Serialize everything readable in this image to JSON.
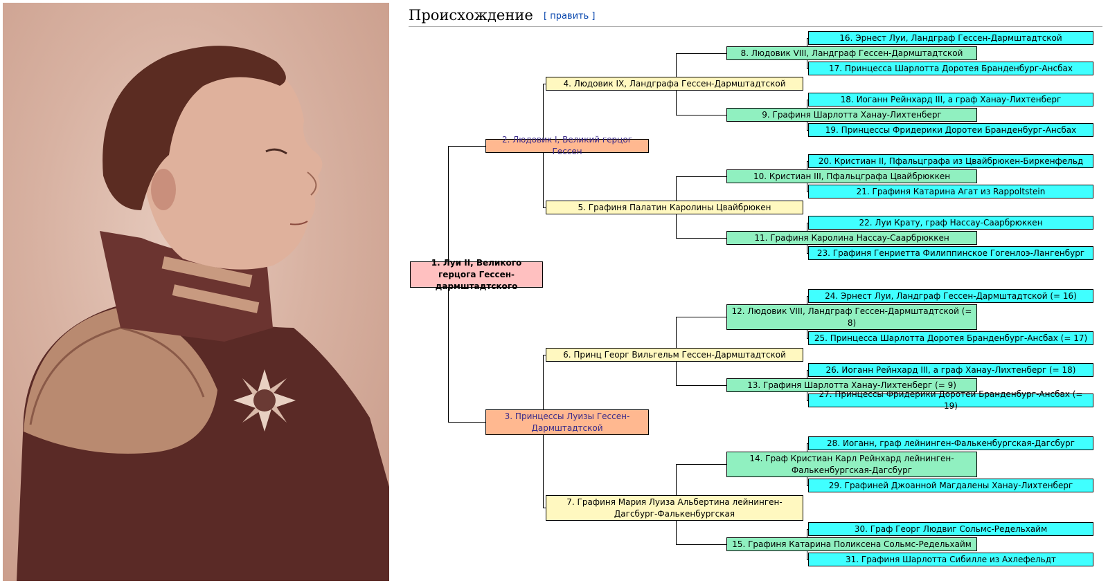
{
  "section": {
    "title": "Происхождение",
    "edit_label": "[ править ]"
  },
  "portrait": {
    "description_icon": "portrait-image"
  },
  "ancestors": {
    "n1": "1. Луи II, Великого герцога Гессен-дармштадтского",
    "n2": "2. Людовик I, Великий герцог Гессен",
    "n3": "3. Принцессы Луизы Гессен-Дармштадтской",
    "n4": "4. Людовик IX, Ландграфа Гессен-Дармштадтской",
    "n5": "5. Графиня Палатин Каролины Цвайбрюкен",
    "n6": "6. Принц Георг Вильгельм Гессен-Дармштадтской",
    "n7": "7. Графиня Мария Луиза Альбертина лейнинген-Дагсбург-Фалькенбургская",
    "n8": "8. Людовик VIII, Ландграф Гессен-Дармштадтской",
    "n9": "9. Графиня Шарлотта Ханау-Лихтенберг",
    "n10": "10. Кристиан III, Пфальцграфа Цвайбрюккен",
    "n11": "11. Графиня Каролина Нассау-Саарбрюккен",
    "n12": "12. Людовик VIII, Ландграф Гессен-Дармштадтской (= 8)",
    "n13": "13. Графиня Шарлотта Ханау-Лихтенберг (= 9)",
    "n14": "14. Граф Кристиан Карл Рейнхард лейнинген-Фалькенбургская-Дагсбург",
    "n15": "15. Графиня Катарина Поликсена Сольмс-Редельхайм",
    "n16": "16. Эрнест Луи, Ландграф Гессен-Дармштадтской",
    "n17": "17. Принцесса Шарлотта Доротея Бранденбург-Ансбах",
    "n18": "18. Иоганн Рейнхард III, а граф Ханау-Лихтенберг",
    "n19": "19. Принцессы Фридерики Доротеи Бранденбург-Ансбах",
    "n20": "20. Кристиан II, Пфальцграфа из Цвайбрюкен-Биркенфельд",
    "n21": "21. Графиня Катарина Агат из Rappoltstein",
    "n22": "22. Луи Крату, граф Нассау-Саарбрюккен",
    "n23": "23. Графиня Генриетта Филиппинское Гогенлоэ-Лангенбург",
    "n24": "24. Эрнест Луи, Ландграф Гессен-Дармштадтской (= 16)",
    "n25": "25. Принцесса Шарлотта Доротея Бранденбург-Ансбах (= 17)",
    "n26": "26. Иоганн Рейнхард III, а граф Ханау-Лихтенберг (= 18)",
    "n27": "27. Принцессы Фридерики Доротеи Бранденбург-Ансбах (= 19)",
    "n28": "28. Иоганн, граф лейнинген-Фалькенбургская-Дагсбург",
    "n29": "29. Графиней Джоанной Магдалены Ханау-Лихтенберг",
    "n30": "30. Граф Георг Людвиг Сольмс-Редельхайм",
    "n31": "31. Графиня Шарлотта Сибилле из Ахлефельдт"
  },
  "colors": {
    "gen1": "#ffc0c0",
    "gen2": "#ffb890",
    "gen3": "#fff8c0",
    "gen4": "#90f0c0",
    "gen5": "#40ffff"
  }
}
